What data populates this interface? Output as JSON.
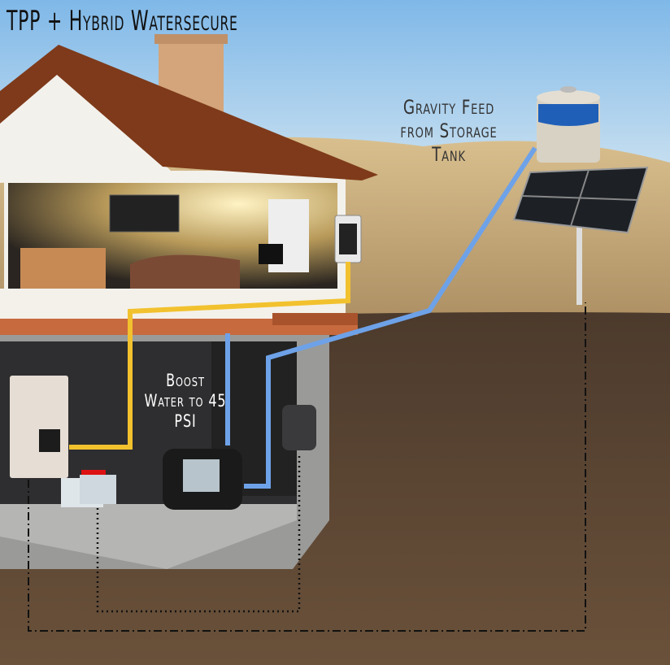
{
  "title": "TPP + Hybrid Watersecure",
  "labels": {
    "gravity_feed": "Gravity Feed from Storage Tank",
    "boost_water": "Boost Water to 45 PSI"
  },
  "colors": {
    "sky": "#8cc3ec",
    "roof": "#8a3f1c",
    "power_line": "#f2c12e",
    "water_line": "#6ea2e8",
    "ground": "#5a4331",
    "field": "#c8a877"
  }
}
